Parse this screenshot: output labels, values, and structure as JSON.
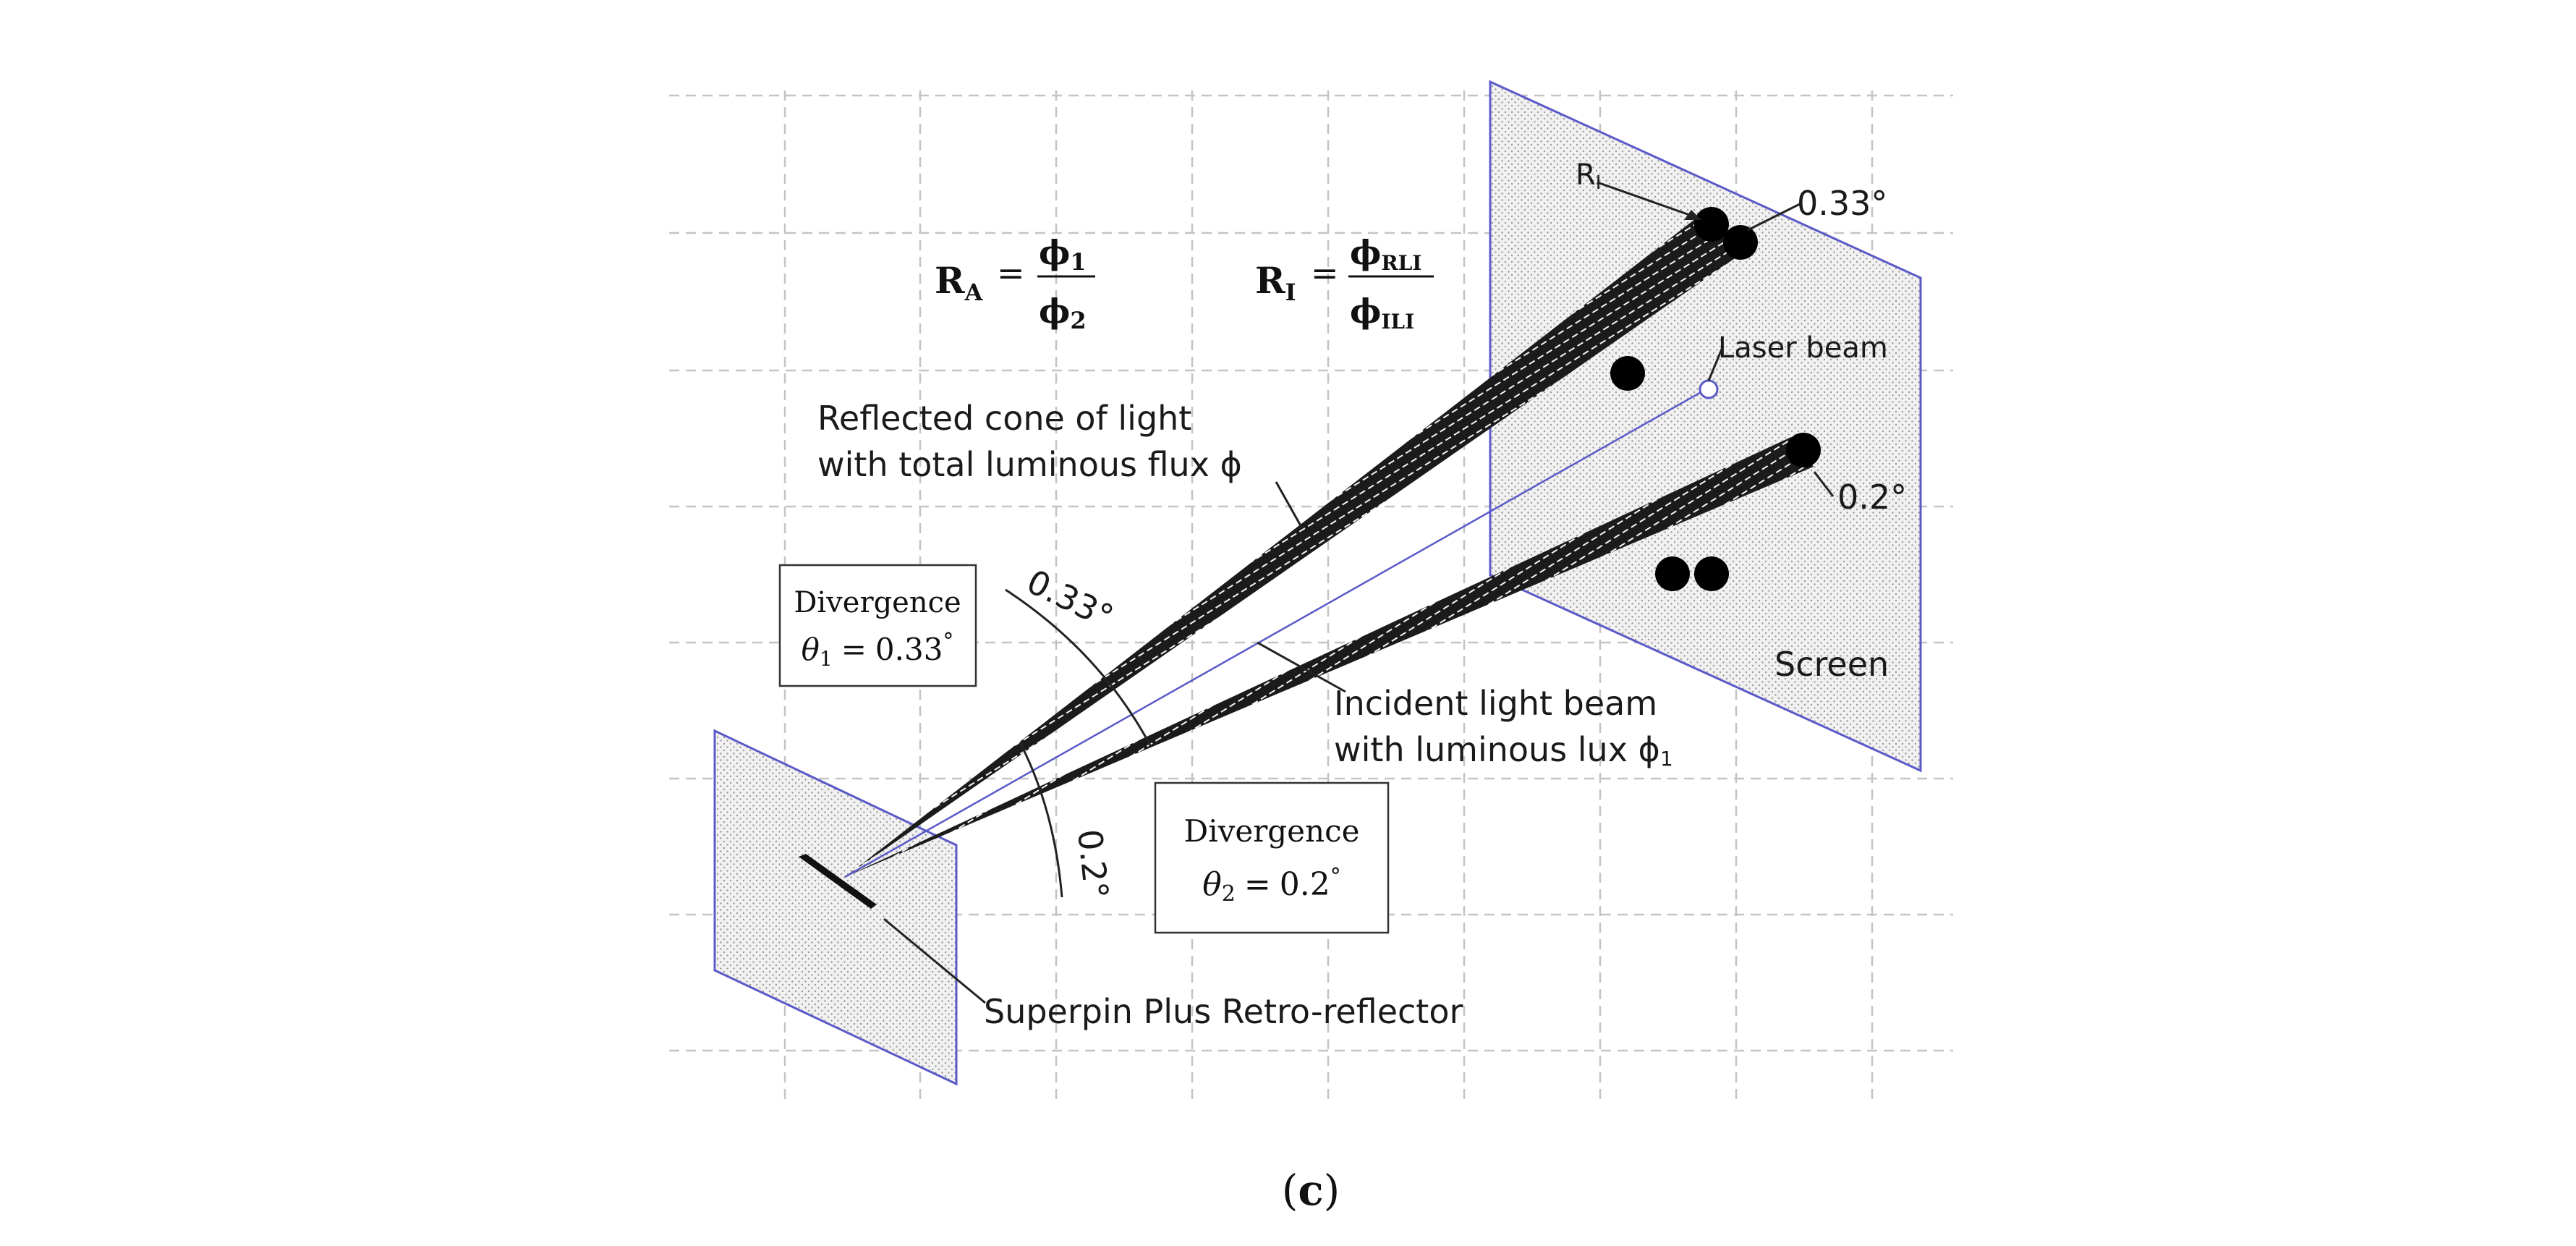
{
  "figure": {
    "caption_open": "(",
    "caption_letter": "c",
    "caption_close": ")"
  },
  "formulas": {
    "ra": {
      "lhs": "R",
      "lhs_sub": "A",
      "equals": "=",
      "num": "ϕ",
      "num_sub": "1",
      "den": "ϕ",
      "den_sub": "2"
    },
    "ri": {
      "lhs": "R",
      "lhs_sub": "I",
      "equals": "=",
      "num": "ϕ",
      "num_sub": "RLI",
      "den": "ϕ",
      "den_sub": "ILI"
    }
  },
  "labels": {
    "ri_marker": "R",
    "ri_marker_sub": "I",
    "angle_top_right": "0.33°",
    "laser_beam": "Laser beam",
    "angle_bottom_right": "0.2°",
    "screen": "Screen",
    "reflected_cone_line1": "Reflected cone of light",
    "reflected_cone_line2": "with total luminous flux ϕ",
    "incident_line1": "Incident light beam",
    "incident_line2": "with luminous lux ϕ",
    "incident_sub": "1",
    "angle_arc_upper": "0.33°",
    "angle_arc_lower": "0.2°",
    "retroreflector": "Superpin Plus Retro-reflector"
  },
  "divergence_boxes": {
    "upper": {
      "title": "Divergence",
      "symbol": "θ",
      "sub": "1",
      "equals": "=",
      "value": "0.33",
      "unit": "°"
    },
    "lower": {
      "title": "Divergence",
      "symbol": "θ",
      "sub": "2",
      "equals": "=",
      "value": "0.2",
      "unit": "°"
    }
  },
  "colors": {
    "panel_outline": "#5a5ac8",
    "grid": "#c4c4c4",
    "beam_fill": "#1b1b1b",
    "dots": "#000000"
  }
}
